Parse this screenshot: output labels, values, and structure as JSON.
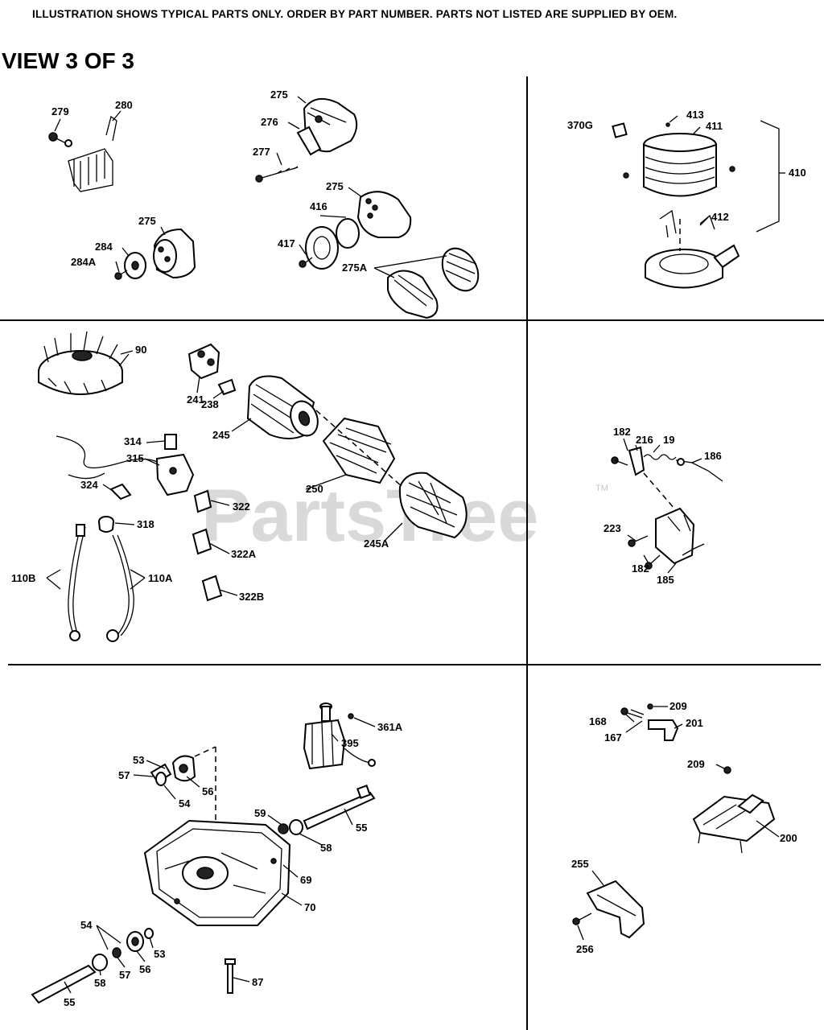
{
  "header": {
    "disclaimer": "ILLUSTRATION SHOWS TYPICAL PARTS ONLY. ORDER BY PART NUMBER. PARTS NOT LISTED ARE SUPPLIED BY OEM.",
    "view_title": "VIEW 3 OF 3"
  },
  "watermark": {
    "brand": "PartsTree",
    "trademark": "TM"
  },
  "labels": {
    "p279": "279",
    "p280": "280",
    "p275a1": "275",
    "p276": "276",
    "p277": "277",
    "p275b": "275",
    "p416": "416",
    "p417": "417",
    "p275A": "275A",
    "p275c": "275",
    "p284": "284",
    "p284A": "284A",
    "p370G": "370G",
    "p413": "413",
    "p411": "411",
    "p410": "410",
    "p412": "412",
    "p90": "90",
    "p241": "241",
    "p238": "238",
    "p245": "245",
    "p250": "250",
    "p245A": "245A",
    "p314": "314",
    "p315": "315",
    "p324": "324",
    "p322": "322",
    "p322A": "322A",
    "p322B": "322B",
    "p318": "318",
    "p110B": "110B",
    "p110A": "110A",
    "p182a": "182",
    "p216": "216",
    "p19": "19",
    "p186": "186",
    "p223": "223",
    "p182b": "182",
    "p185": "185",
    "p361A": "361A",
    "p395": "395",
    "p53a": "53",
    "p57a": "57",
    "p56a": "56",
    "p54a": "54",
    "p59": "59",
    "p55a": "55",
    "p58a": "58",
    "p69": "69",
    "p70": "70",
    "p54b": "54",
    "p53b": "53",
    "p58b": "58",
    "p57b": "57",
    "p56b": "56",
    "p55b": "55",
    "p87": "87",
    "p209a": "209",
    "p168": "168",
    "p167": "167",
    "p201": "201",
    "p209b": "209",
    "p200": "200",
    "p255": "255",
    "p256": "256"
  }
}
